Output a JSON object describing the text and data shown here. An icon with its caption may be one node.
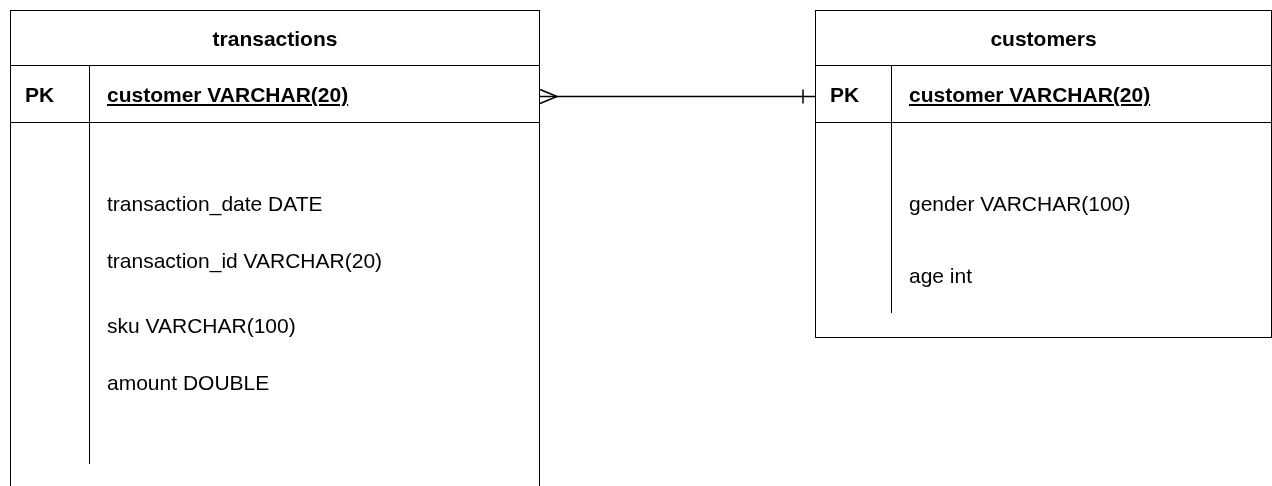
{
  "diagram": {
    "nodes": [
      {
        "text": [
          "transactions"
        ]
      },
      {
        "text": [
          "PK",
          "customer VARCHAR(20)"
        ],
        "in": 0
      },
      {
        "text": [
          "transaction_date DATE"
        ],
        "in": 0
      },
      {
        "text": [
          "transaction_id VARCHAR(20)"
        ],
        "in": 0
      },
      {
        "text": [
          "sku VARCHAR(100)"
        ],
        "in": 0
      },
      {
        "text": [
          "amount DOUBLE"
        ],
        "in": 0
      },
      {
        "text": [
          "customers"
        ]
      },
      {
        "text": [
          "PK",
          "customer VARCHAR(20)"
        ],
        "in": 6
      },
      {
        "text": [
          "gender VARCHAR(100)"
        ],
        "in": 6
      },
      {
        "text": [
          "age int"
        ],
        "in": 6
      }
    ],
    "edges": [
      {
        "from": 1,
        "to": 7,
        "arrow": "other"
      }
    ]
  }
}
